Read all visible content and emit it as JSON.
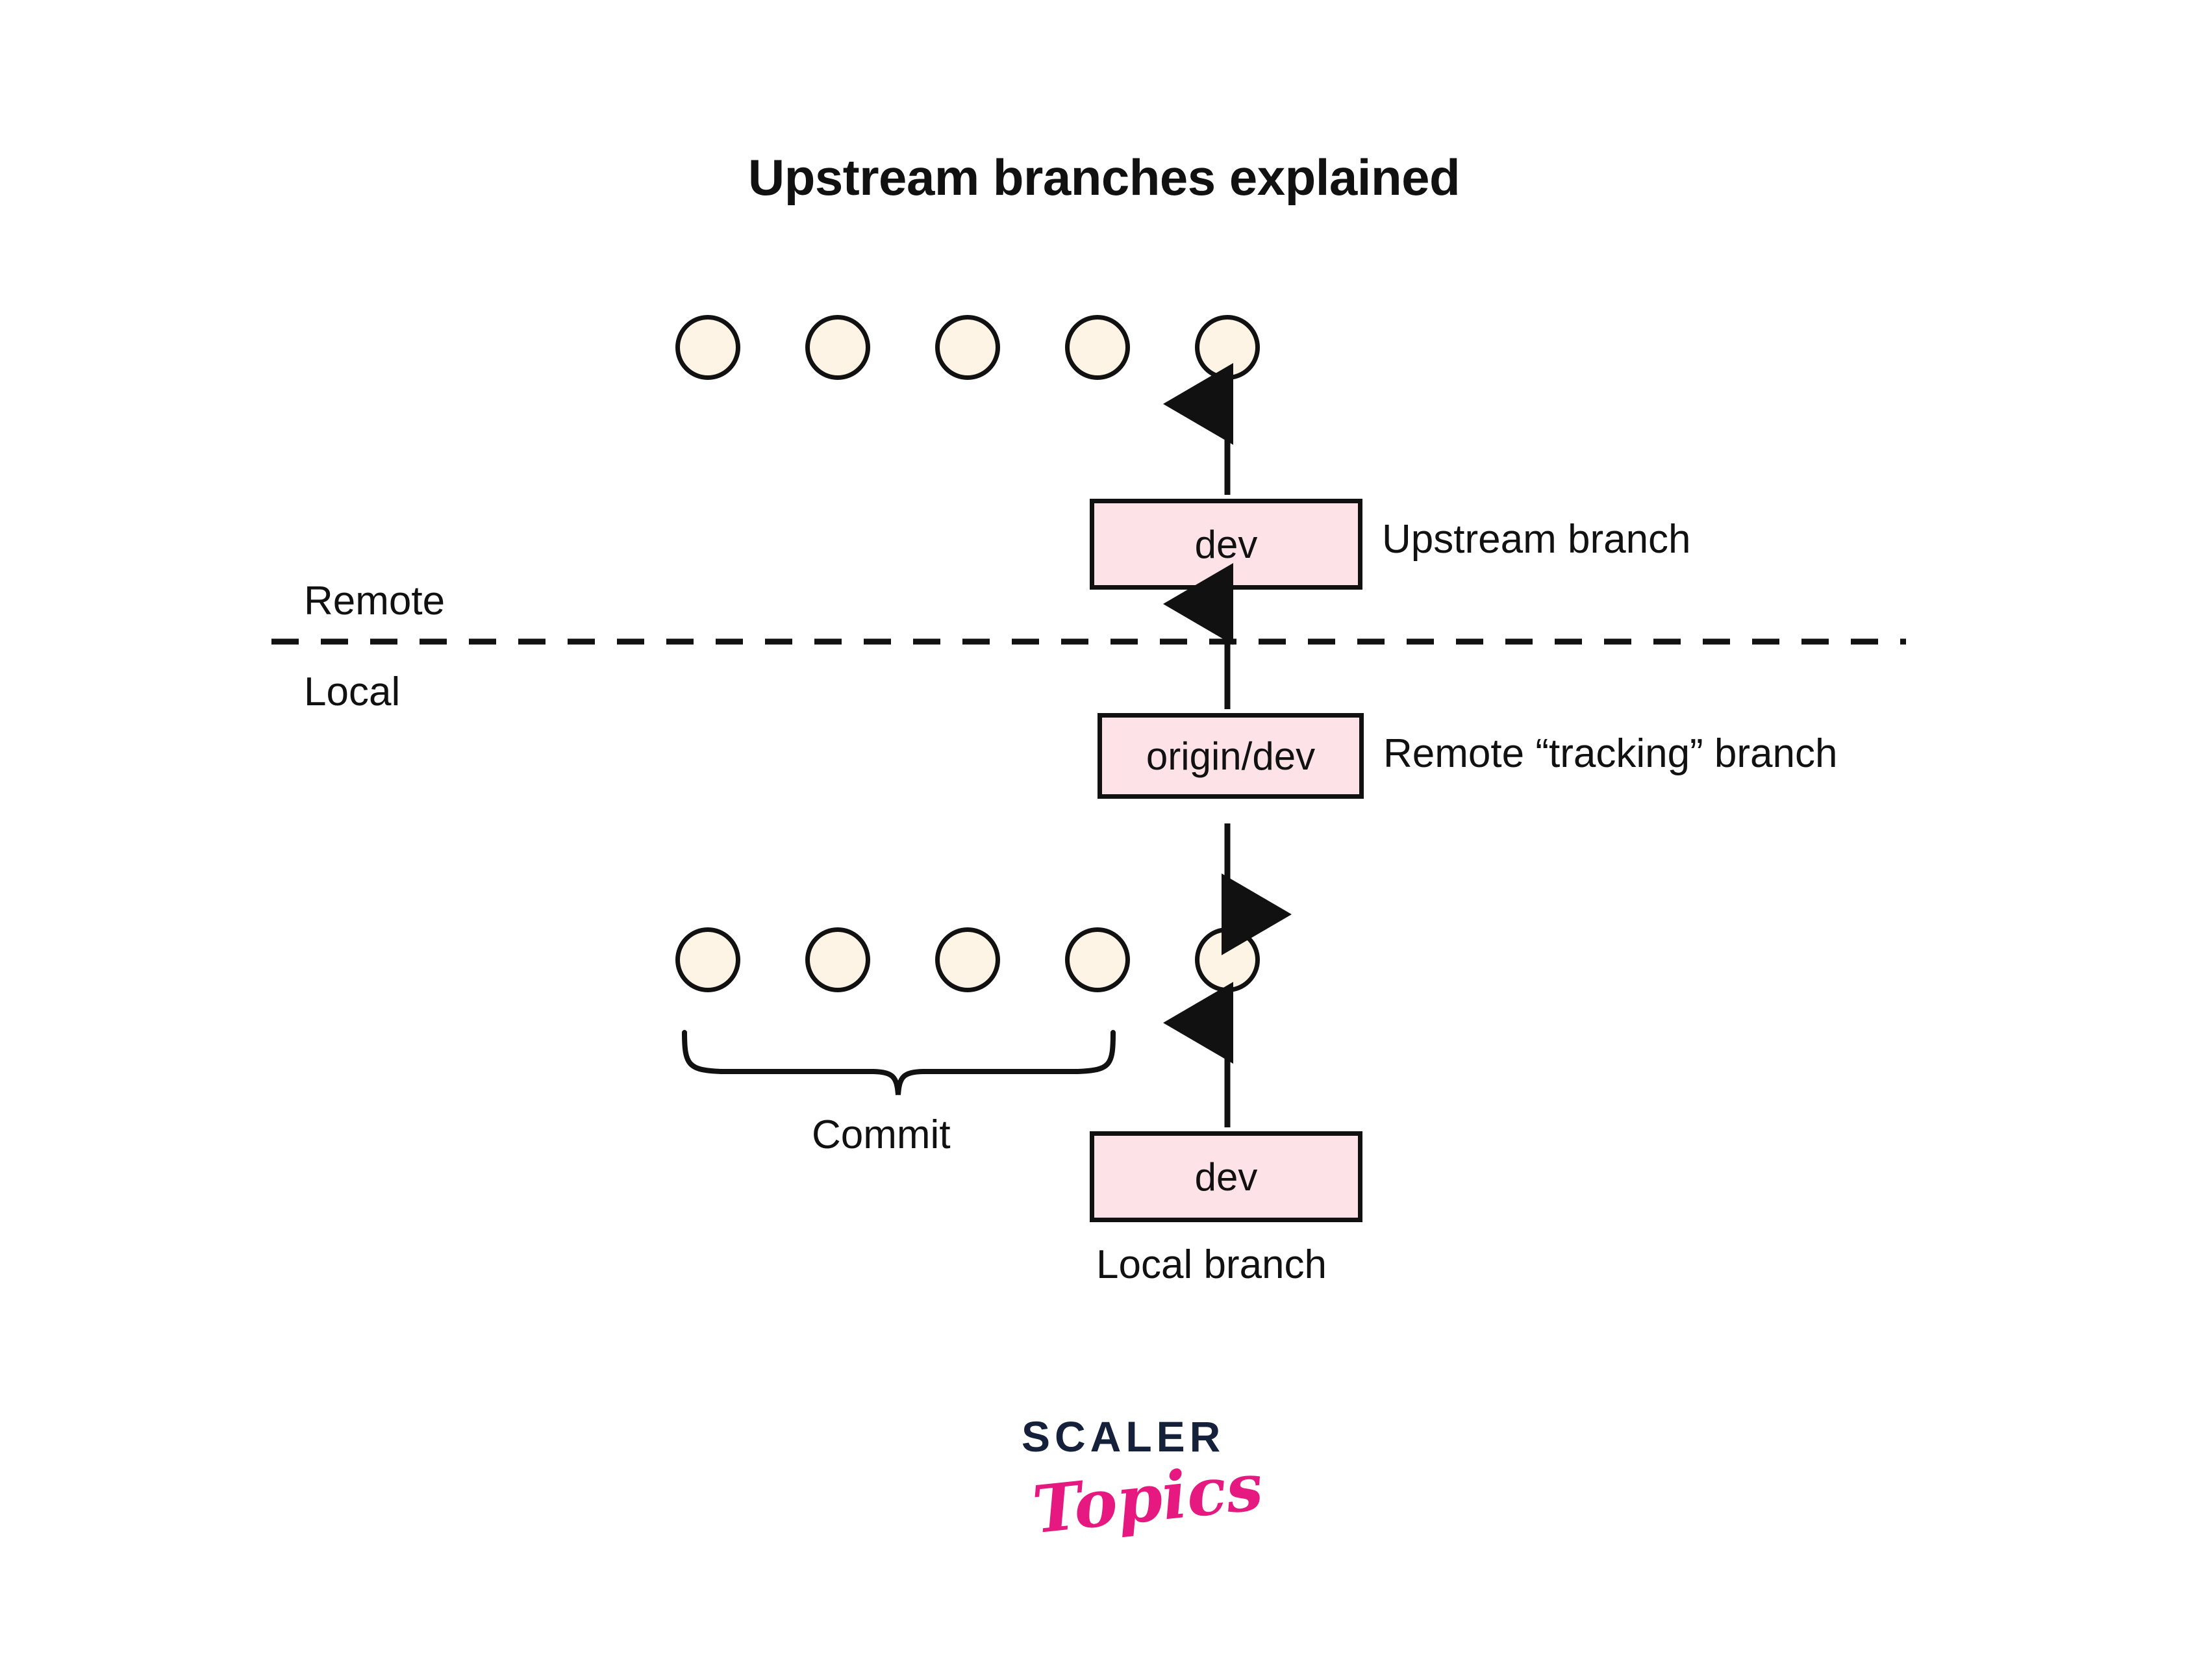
{
  "diagram": {
    "title": "Upstream branches explained",
    "zones": {
      "remote_label": "Remote",
      "local_label": "Local"
    },
    "remote_section": {
      "commits": [
        {
          "id": "r1",
          "label": ""
        },
        {
          "id": "r2",
          "label": ""
        },
        {
          "id": "r3",
          "label": ""
        },
        {
          "id": "r4",
          "label": ""
        },
        {
          "id": "r5",
          "label": ""
        }
      ],
      "branch_box": "dev",
      "branch_caption": "Upstream branch"
    },
    "local_section": {
      "tracking_box": "origin/dev",
      "tracking_caption": "Remote “tracking” branch",
      "commits": [
        {
          "id": "l1",
          "label": ""
        },
        {
          "id": "l2",
          "label": ""
        },
        {
          "id": "l3",
          "label": ""
        },
        {
          "id": "l4",
          "label": ""
        },
        {
          "id": "l5",
          "label": ""
        }
      ],
      "brace_caption": "Commit",
      "branch_box": "dev",
      "branch_caption": "Local branch"
    },
    "colors": {
      "commit_fill": "#fdf4e6",
      "branch_fill": "#fde2e8",
      "stroke": "#111111",
      "background": "#ffffff",
      "logo_dark": "#15203a",
      "logo_pink": "#e5197f"
    }
  },
  "logo": {
    "primary": "SCALER",
    "secondary": "Topics"
  }
}
